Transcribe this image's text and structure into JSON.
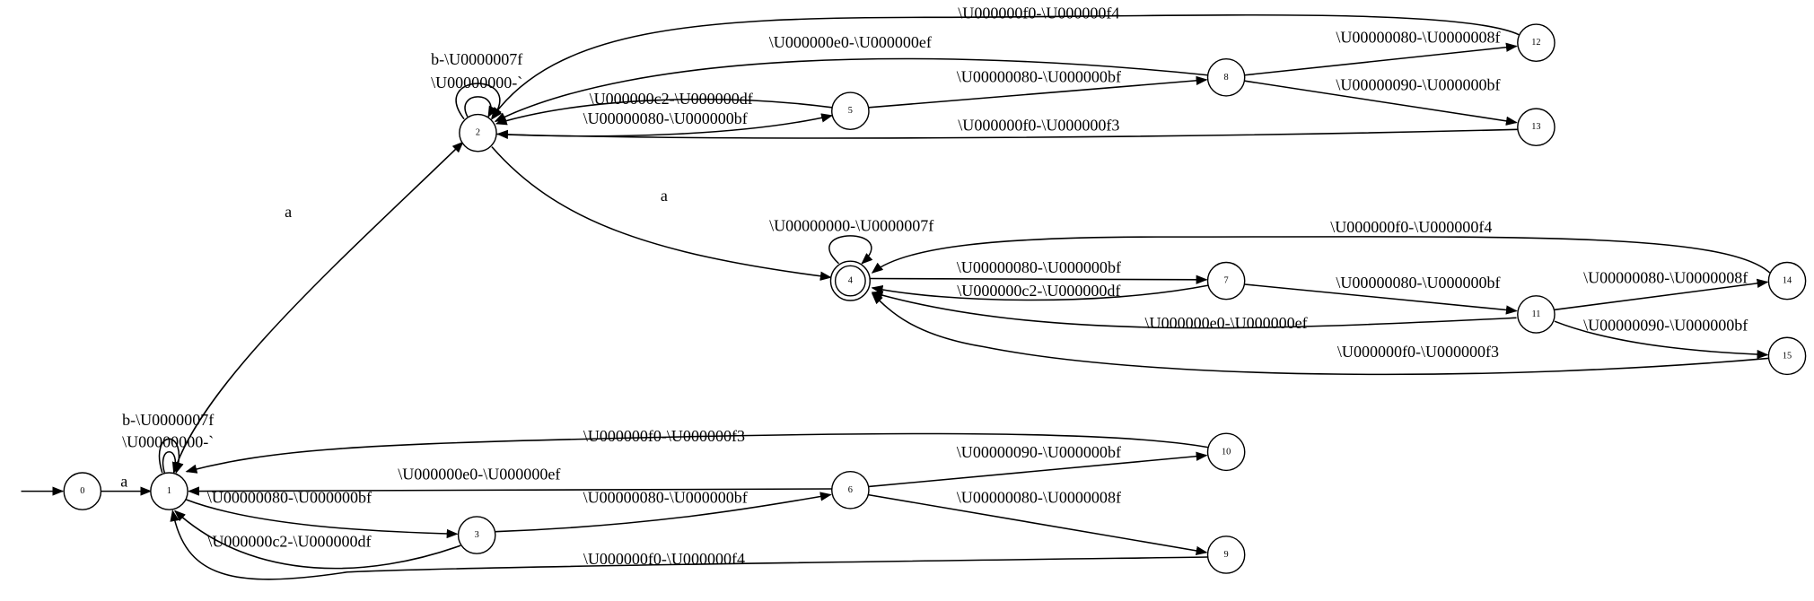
{
  "nodes": [
    {
      "id": "0"
    },
    {
      "id": "1"
    },
    {
      "id": "2"
    },
    {
      "id": "3"
    },
    {
      "id": "4",
      "accepting": true
    },
    {
      "id": "5"
    },
    {
      "id": "6"
    },
    {
      "id": "7"
    },
    {
      "id": "8"
    },
    {
      "id": "9"
    },
    {
      "id": "10"
    },
    {
      "id": "11"
    },
    {
      "id": "12"
    },
    {
      "id": "13"
    },
    {
      "id": "14"
    },
    {
      "id": "15"
    }
  ],
  "start_node": "0",
  "edges": [
    {
      "from": "0",
      "to": "1",
      "label": "a"
    },
    {
      "from": "1",
      "to": "1",
      "label": "\\U00000000-`"
    },
    {
      "from": "1",
      "to": "1",
      "label": "b-\\U0000007f"
    },
    {
      "from": "1",
      "to": "2",
      "label": "a"
    },
    {
      "from": "2",
      "to": "2",
      "label": "\\U00000000-`"
    },
    {
      "from": "2",
      "to": "2",
      "label": "b-\\U0000007f"
    },
    {
      "from": "2",
      "to": "4",
      "label": "a"
    },
    {
      "from": "2",
      "to": "5",
      "label": "\\U00000080-\\U000000bf"
    },
    {
      "from": "5",
      "to": "2",
      "label": "\\U000000c2-\\U000000df"
    },
    {
      "from": "5",
      "to": "8",
      "label": "\\U00000080-\\U000000bf"
    },
    {
      "from": "8",
      "to": "2",
      "label": "\\U000000e0-\\U000000ef"
    },
    {
      "from": "12",
      "to": "2",
      "label": "\\U000000f0-\\U000000f4"
    },
    {
      "from": "13",
      "to": "2",
      "label": "\\U000000f0-\\U000000f3"
    },
    {
      "from": "8",
      "to": "12",
      "label": "\\U00000080-\\U0000008f"
    },
    {
      "from": "8",
      "to": "13",
      "label": "\\U00000090-\\U000000bf"
    },
    {
      "from": "4",
      "to": "4",
      "label": "\\U00000000-\\U0000007f"
    },
    {
      "from": "4",
      "to": "7",
      "label": "\\U00000080-\\U000000bf"
    },
    {
      "from": "7",
      "to": "4",
      "label": "\\U000000c2-\\U000000df"
    },
    {
      "from": "7",
      "to": "11",
      "label": "\\U00000080-\\U000000bf"
    },
    {
      "from": "11",
      "to": "4",
      "label": "\\U000000e0-\\U000000ef"
    },
    {
      "from": "14",
      "to": "4",
      "label": "\\U000000f0-\\U000000f4"
    },
    {
      "from": "15",
      "to": "4",
      "label": "\\U000000f0-\\U000000f3"
    },
    {
      "from": "11",
      "to": "14",
      "label": "\\U00000080-\\U0000008f"
    },
    {
      "from": "11",
      "to": "15",
      "label": "\\U00000090-\\U000000bf"
    },
    {
      "from": "6",
      "to": "1",
      "label": "\\U000000e0-\\U000000ef"
    },
    {
      "from": "10",
      "to": "1",
      "label": "\\U000000f0-\\U000000f3"
    },
    {
      "from": "1",
      "to": "3",
      "label": "\\U00000080-\\U000000bf"
    },
    {
      "from": "3",
      "to": "1",
      "label": "\\U000000c2-\\U000000df"
    },
    {
      "from": "3",
      "to": "6",
      "label": "\\U00000080-\\U000000bf"
    },
    {
      "from": "6",
      "to": "10",
      "label": "\\U00000090-\\U000000bf"
    },
    {
      "from": "6",
      "to": "9",
      "label": "\\U00000080-\\U0000008f"
    },
    {
      "from": "9",
      "to": "1",
      "label": "\\U000000f0-\\U000000f4"
    }
  ]
}
